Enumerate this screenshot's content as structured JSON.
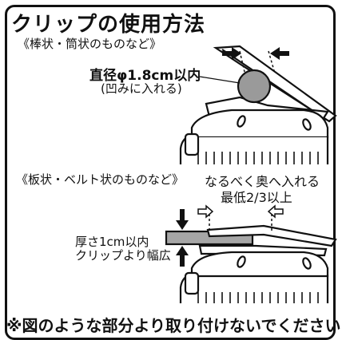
{
  "title": "クリップの使用方法",
  "section1": {
    "heading": "《棒状・筒状のものなど》",
    "diameter_label": "直径φ1.8cm以内",
    "dent_label": "(凹みに入れる)"
  },
  "section2": {
    "heading": "《板状・ベルト状のものなど》",
    "deep_label": "なるべく奥へ入れる",
    "min_label": "最低2/3以上",
    "thickness_label": "厚さ1cm以内",
    "width_label": "クリップより幅広"
  },
  "bottom_text": "※図のような部分より取り付けないでください",
  "colors": {
    "ink": "#111111",
    "rod": "#9a9a9a",
    "plate": "#a6a6a6",
    "background": "#ffffff"
  },
  "icons": [
    "arrow-left-icon",
    "arrow-right-icon",
    "arrow-down-icon",
    "arrow-up-icon"
  ]
}
